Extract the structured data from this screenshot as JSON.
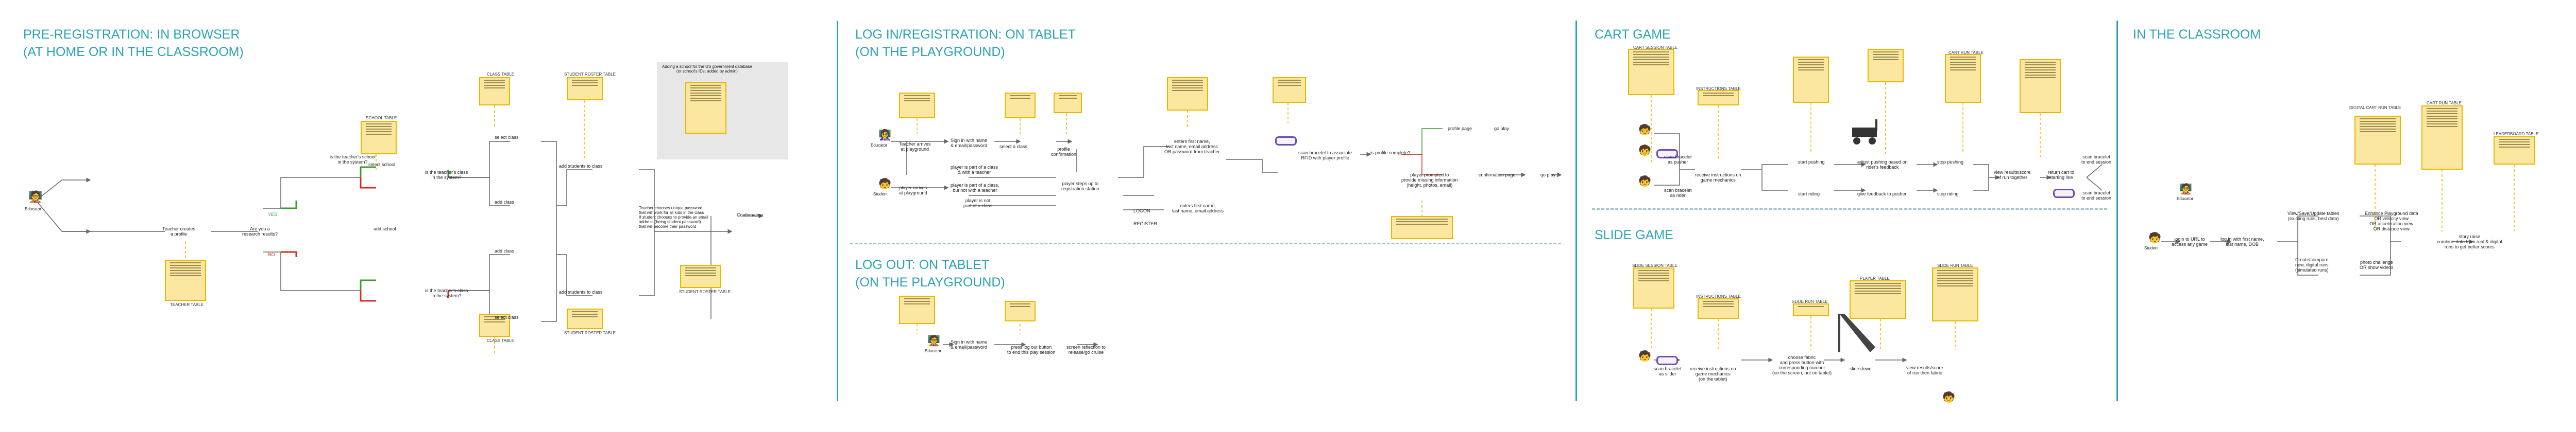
{
  "sections": {
    "pre_registration": "PRE-REGISTRATION: IN BROWSER\n(AT HOME OR IN THE CLASSROOM)",
    "login": "LOG IN/REGISTRATION: ON TABLET\n(ON THE PLAYGROUND)",
    "logout": "LOG OUT: ON TABLET\n(ON THE PLAYGROUND)",
    "cart_game": "CART GAME",
    "slide_game": "SLIDE GAME",
    "classroom": "IN THE CLASSROOM"
  },
  "pre": {
    "educator": "Educator",
    "teacher_creates": "Teacher creates\na profile",
    "registered": "Are you a\nresearch results?",
    "yes": "YES",
    "no": "NO",
    "is_school": "is the teacher's school\nin the system?",
    "select_school": "select school",
    "add_school": "add school",
    "is_class": "is the teacher's class\nin the system?",
    "select_class": "select class",
    "add_class": "add class",
    "add_students": "add students to class",
    "confirmation": "Confirmation",
    "password_note": "Teacher chooses unique password\nthat will work for all kids in the class\nIf student chooses to provide an email\naddress (being student password)\nthat will become their password",
    "gov_note": "Adding a school for the US government database\n(or school's IDs, added by admin)",
    "teacher_table": "TEACHER TABLE",
    "school_table": "SCHOOL TABLE",
    "class_table": "CLASS TABLE",
    "student_roster": "STUDENT ROSTER TABLE"
  },
  "login": {
    "teacher": "Teacher arrives\nat playground",
    "player": "player arrives\nat playground",
    "sign_in": "Sign in with name\n& email/password",
    "select_class": "select a class",
    "confirm": "profile\nconfirmation",
    "part_of_class": "player is part of a class\n& with a teacher",
    "not_with_teacher": "player is part of a class,\nbut not with a teacher",
    "not_part": "player is not\npart of a class",
    "reg_station": "player steps up to\nregistration station",
    "enter_name": "enters first name,\nlast name, email address\nOR password from teacher",
    "enter_name2": "enters first name,\nlast name, email address",
    "scan": "scan bracelet to associate\nRFID with player profile",
    "profile_complete": "is profile complete?",
    "profile_page": "profile page",
    "prompt": "player prompted to\nprovide missing information\n(height, photos, email)",
    "confirm_page": "confirmation page",
    "go_play": "go play",
    "logon": "LOGON",
    "register": "REGISTER"
  },
  "logout": {
    "sign_in": "Sign in with name\n& email/password",
    "press": "press log out button\nto end this play session",
    "reflect": "screen reflection to\nrelease/go cruise"
  },
  "cart": {
    "scan": "scan bracelet\nas pusher",
    "scan2": "scan bracelet\nas rider",
    "instructions": "receive instructions on\ngame mechanics",
    "start_pushing": "start pushing",
    "adjust": "adjust pushing based on\nrider's feedback",
    "stop_pushing": "stop pushing",
    "start_riding": "start riding",
    "give_feedback": "give feedback to pusher",
    "stop_riding": "stop riding",
    "view_results": "view results/score\nof run together",
    "return": "return cart to\nstarting line",
    "end": "scan bracelet\nto end session",
    "end2": "scan bracelet\nto end session",
    "session_table": "CART SESSION TABLE",
    "instructions_table": "INSTRUCTIONS TABLE",
    "run_table": "CART RUN TABLE"
  },
  "slide": {
    "scan": "scan bracelet\nas slider",
    "instructions": "receive instructions on\ngame mechanics\n(on the tablet)",
    "choose": "choose fabric\nand press button with\ncorresponding number\n(on the screen, not on tablet)",
    "slide": "slide down",
    "view": "view results/score\nof run then fabric",
    "session_table": "SLIDE SESSION TABLE",
    "instructions_table": "INSTRUCTIONS TABLE",
    "slide_run_table": "SLIDE RUN TABLE",
    "player_table": "PLAYER TABLE"
  },
  "classroom": {
    "educator": "Educator",
    "student": "Student",
    "login": "login to URL to\naccess any game",
    "login2": "log in with first name,\nlast name, DOB",
    "view_tables": "View/Save/Update tables\n(existing runs, best data)",
    "create": "Create/compare\nnew, digital runs\n(simulated runs)",
    "enhance": "Enhance Playground data\nOR velocity view\nOR acceleration view\nOR distance view",
    "photo": "photo challenge\nOR show videos",
    "story": "story raise\ncombine data from real & digital\nruns to get better scores",
    "digital_table": "DIGITAL CART RUN TABLE",
    "cart_table": "CART RUN TABLE",
    "leaderboard": "LEADERBOARD TABLE"
  },
  "colors": {
    "accent": "#2aa3b5",
    "table_fill": "#fbe7a0",
    "table_border": "#e6b800",
    "yes": "#3a9b2f",
    "no": "#d03020",
    "line": "#666666"
  }
}
